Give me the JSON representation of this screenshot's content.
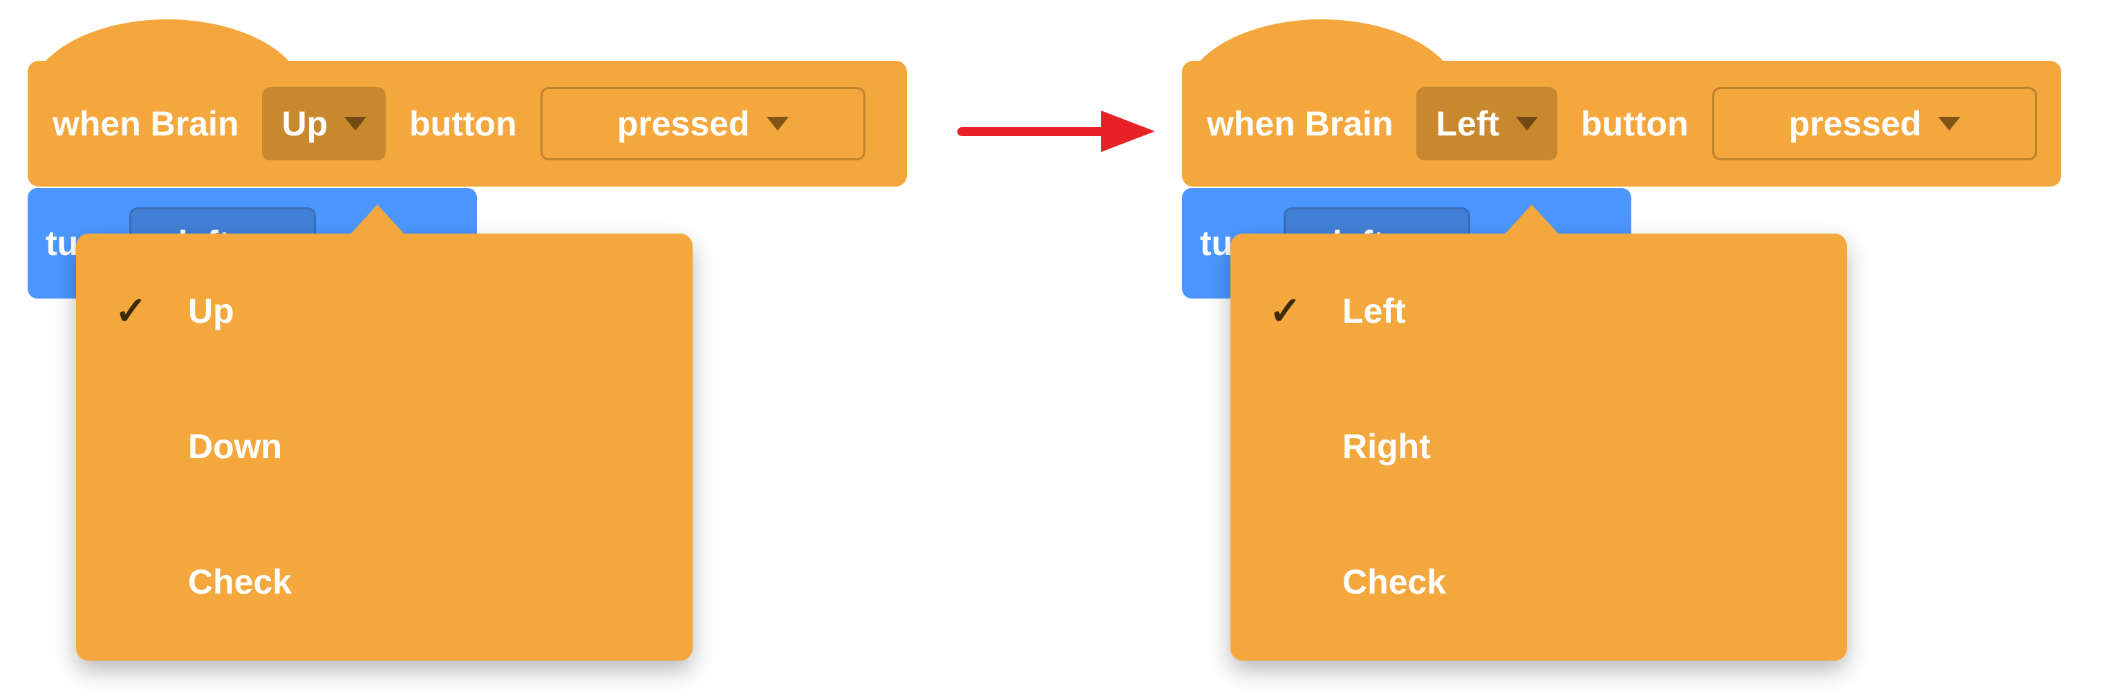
{
  "icons": {
    "check": "✓"
  },
  "colors": {
    "block_orange": "#F4A73D",
    "field_dark_orange": "#C8882E",
    "block_blue": "#4C97FF",
    "field_blue": "#4280D7",
    "arrow_red": "#E82127",
    "check_dark": "#3B2B08"
  },
  "panels": [
    {
      "hat": {
        "when_label": "when Brain",
        "port_value": "Up",
        "button_label": "button",
        "state_value": "pressed"
      },
      "stack": {
        "label": "turn",
        "value": "left"
      },
      "menu": {
        "items": [
          {
            "check": "✓",
            "label": "Up"
          },
          {
            "check": "",
            "label": "Down"
          },
          {
            "check": "",
            "label": "Check"
          }
        ]
      }
    },
    {
      "hat": {
        "when_label": "when Brain",
        "port_value": "Left",
        "button_label": "button",
        "state_value": "pressed"
      },
      "stack": {
        "label": "turn",
        "value": "left"
      },
      "menu": {
        "items": [
          {
            "check": "✓",
            "label": "Left"
          },
          {
            "check": "",
            "label": "Right"
          },
          {
            "check": "",
            "label": "Check"
          }
        ]
      }
    }
  ]
}
